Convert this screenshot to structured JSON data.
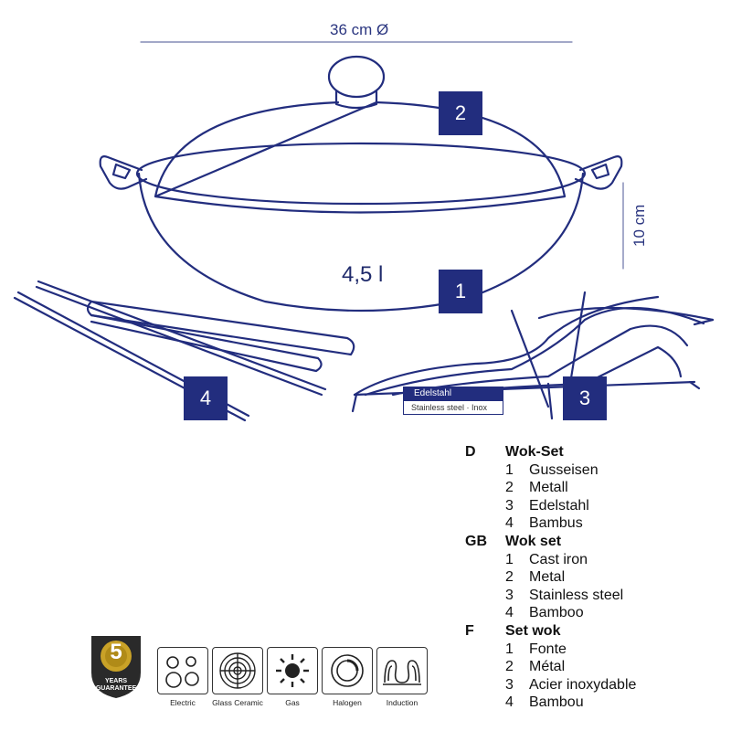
{
  "dimensions": {
    "diameter": "36 cm Ø",
    "height": "10 cm",
    "volume": "4,5 l"
  },
  "badges": [
    "1",
    "2",
    "3",
    "4"
  ],
  "steel_label": {
    "top": "Edelstahl",
    "bottom": "Stainless steel · Inox"
  },
  "legend": [
    {
      "code": "D",
      "title": "Wok-Set",
      "items": [
        "Gusseisen",
        "Metall",
        "Edelstahl",
        "Bambus"
      ]
    },
    {
      "code": "GB",
      "title": "Wok set",
      "items": [
        "Cast iron",
        "Metal",
        "Stainless steel",
        "Bamboo"
      ]
    },
    {
      "code": "F",
      "title": "Set wok",
      "items": [
        "Fonte",
        "Métal",
        "Acier inoxydable",
        "Bambou"
      ]
    }
  ],
  "item_numbers": [
    "1",
    "2",
    "3",
    "4"
  ],
  "guarantee": {
    "number": "5",
    "line1": "YEARS",
    "line2": "GUARANTEE",
    "color": "#c9a227"
  },
  "hobs": [
    {
      "label": "Electric",
      "icon": "electric-hob-icon"
    },
    {
      "label": "Glass Ceramic",
      "icon": "glass-ceramic-hob-icon"
    },
    {
      "label": "Gas",
      "icon": "gas-hob-icon"
    },
    {
      "label": "Halogen",
      "icon": "halogen-hob-icon"
    },
    {
      "label": "Induction",
      "icon": "induction-hob-icon"
    }
  ],
  "colors": {
    "line": "#222d7e",
    "badge": "#222d7e"
  }
}
